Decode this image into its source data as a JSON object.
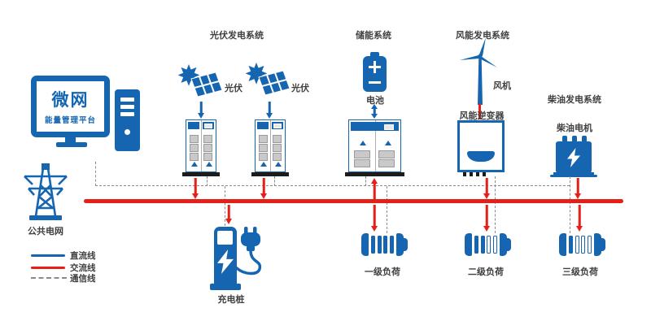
{
  "colors": {
    "blue": "#1565b0",
    "red": "#e32119",
    "comm_gray": "#8a8a8a"
  },
  "platform": {
    "title": "微网",
    "subtitle": "能量管理平台"
  },
  "public_grid": {
    "label": "公共电网"
  },
  "legend": {
    "dc": "直流线",
    "ac": "交流线",
    "comm": "通信线"
  },
  "pv_system": {
    "title": "光伏发电系统",
    "panel_label_1": "光伏",
    "panel_label_2": "光伏"
  },
  "storage_system": {
    "title": "储能系统",
    "battery_label": "电池"
  },
  "wind_system": {
    "title": "风能发电系统",
    "turbine_label": "风机",
    "inverter_label": "风能逆变器"
  },
  "diesel_system": {
    "title": "柴油发电系统",
    "engine_label": "柴油电机"
  },
  "charging": {
    "label": "充电桩"
  },
  "loads": {
    "items": [
      {
        "label": "一级负荷",
        "bars_total": 4,
        "bars_filled": 4
      },
      {
        "label": "二级负荷",
        "bars_total": 4,
        "bars_filled": 2
      },
      {
        "label": "三级负荷",
        "bars_total": 4,
        "bars_filled": 1
      }
    ]
  }
}
